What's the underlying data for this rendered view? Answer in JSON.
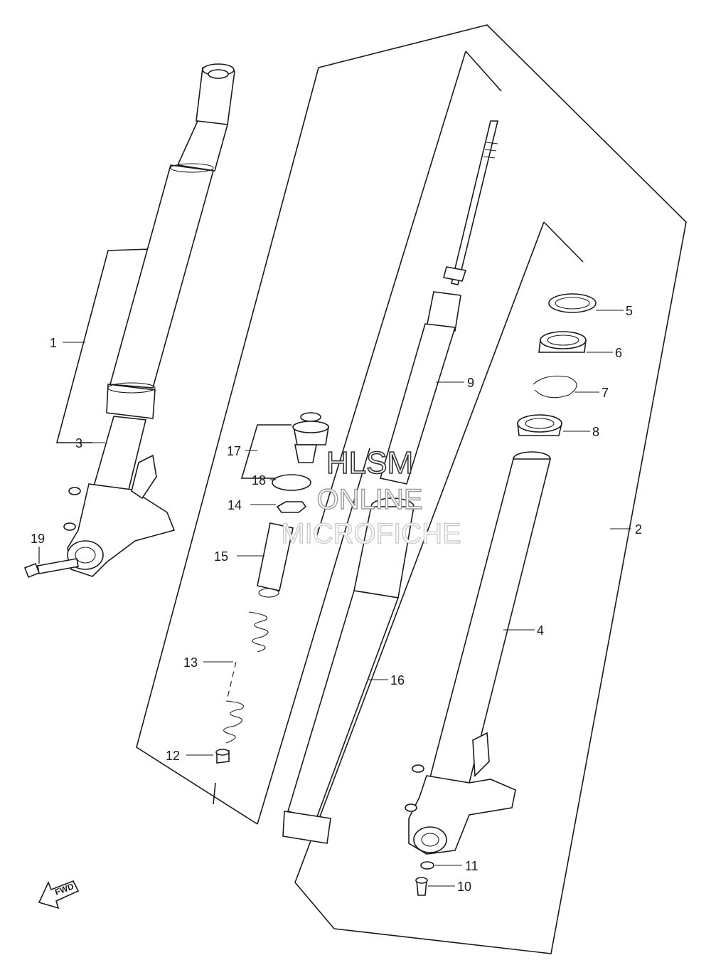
{
  "diagram": {
    "callouts": [
      {
        "id": "1",
        "label": "1"
      },
      {
        "id": "2",
        "label": "2"
      },
      {
        "id": "3",
        "label": "3"
      },
      {
        "id": "4",
        "label": "4"
      },
      {
        "id": "5",
        "label": "5"
      },
      {
        "id": "6",
        "label": "6"
      },
      {
        "id": "7",
        "label": "7"
      },
      {
        "id": "8",
        "label": "8"
      },
      {
        "id": "9",
        "label": "9"
      },
      {
        "id": "10",
        "label": "10"
      },
      {
        "id": "11",
        "label": "11"
      },
      {
        "id": "12",
        "label": "12"
      },
      {
        "id": "13",
        "label": "13"
      },
      {
        "id": "14",
        "label": "14"
      },
      {
        "id": "15",
        "label": "15"
      },
      {
        "id": "16",
        "label": "16"
      },
      {
        "id": "17",
        "label": "17"
      },
      {
        "id": "18",
        "label": "18"
      },
      {
        "id": "19",
        "label": "19"
      }
    ],
    "fwd_label": "FWD",
    "line_color": "#1a1a1a"
  },
  "watermark": {
    "line1": "HLSM",
    "line2": "ONLINE",
    "line3": "MICROFICHE"
  }
}
